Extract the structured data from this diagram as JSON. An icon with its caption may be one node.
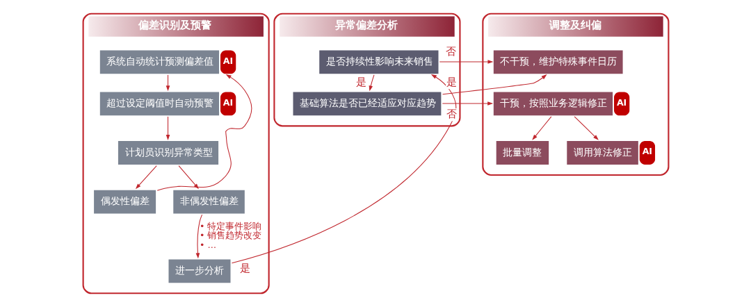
{
  "diagram": {
    "nodes": [
      {
        "text": [
          "偏差识别及预警"
        ]
      },
      {
        "text": [
          "系统自动统计预测偏差值"
        ],
        "in": 0,
        "beside": [
          "AI"
        ]
      },
      {
        "text": [
          "超过设定阈值时自动预警"
        ],
        "in": 0,
        "beside": [
          "AI"
        ]
      },
      {
        "text": [
          "计划员识别异常类型"
        ],
        "in": 0
      },
      {
        "text": [
          "偶发性偏差"
        ],
        "in": 0
      },
      {
        "text": [
          "非偶发性偏差"
        ],
        "in": 0
      },
      {
        "text": [
          "进一步分析"
        ],
        "in": 0
      },
      {
        "text": [
          "异常偏差分析"
        ]
      },
      {
        "text": [
          "是否持续性影响未来销售"
        ],
        "in": 7
      },
      {
        "text": [
          "基础算法是否已经适应对应趋势"
        ],
        "in": 7
      },
      {
        "text": [
          "调整及纠偏"
        ]
      },
      {
        "text": [
          "不干预，维护特殊事件日历"
        ],
        "in": 10
      },
      {
        "text": [
          "干预，按照业务逻辑修正"
        ],
        "in": 10,
        "beside": [
          "AI"
        ]
      },
      {
        "text": [
          "批量调整"
        ],
        "in": 10
      },
      {
        "text": [
          "调用算法修正"
        ],
        "in": 10,
        "beside": [
          "AI"
        ]
      }
    ],
    "edges": [
      {
        "from": 1,
        "to": 2,
        "arrow": "to"
      },
      {
        "from": 2,
        "to": 3,
        "arrow": "to"
      },
      {
        "from": 3,
        "to": 4,
        "arrow": "to"
      },
      {
        "from": 3,
        "to": 5,
        "arrow": "to"
      },
      {
        "from": 4,
        "to": 1,
        "arrow": "to"
      },
      {
        "from": 5,
        "to": 6,
        "arrow": "to",
        "label": "• 特定事件影响 • 销售趋势改变 • …"
      },
      {
        "from": 6,
        "to": 8,
        "arrow": "to",
        "label": "是"
      },
      {
        "from": 8,
        "to": 9,
        "arrow": "to",
        "label": "是"
      },
      {
        "from": 8,
        "to": 11,
        "arrow": "to",
        "label": "否"
      },
      {
        "from": 9,
        "to": 11,
        "arrow": "to",
        "label": "是"
      },
      {
        "from": 9,
        "to": 12,
        "arrow": "to",
        "label": "否"
      },
      {
        "from": 12,
        "to": 13,
        "arrow": "to"
      },
      {
        "from": 12,
        "to": 14,
        "arrow": "to"
      }
    ]
  }
}
